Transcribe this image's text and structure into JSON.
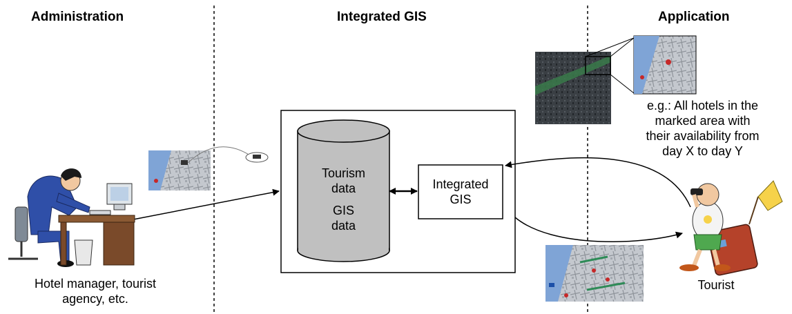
{
  "columns": {
    "administration": "Administration",
    "integrated_gis": "Integrated GIS",
    "application": "Application"
  },
  "database": {
    "line1": "Tourism",
    "line2": "data",
    "line3": "GIS",
    "line4": "data"
  },
  "gis_box": {
    "line1": "Integrated",
    "line2": "GIS"
  },
  "example_caption": {
    "line1": "e.g.: All hotels in the",
    "line2": "marked area with",
    "line3": "their availability from",
    "line4": "day X to day Y"
  },
  "hotel_manager_caption": {
    "line1": "Hotel manager, tourist",
    "line2": "agency, etc."
  },
  "tourist_caption": "Tourist",
  "colors": {
    "map_water": "#7fa4d6",
    "map_land": "#c9ccd1",
    "satellite": "#2e3338",
    "highlight": "#3a7a4a",
    "person_shirt": "#2f4fa8",
    "desk": "#7a4a2a",
    "suitcase": "#b5422a"
  }
}
